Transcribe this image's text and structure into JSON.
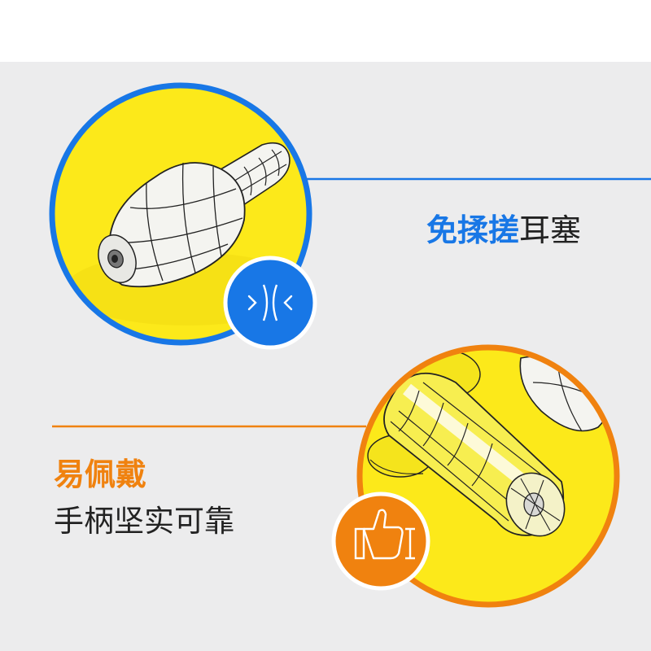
{
  "feature_top": {
    "highlight": "免揉搓",
    "rest": "耳塞",
    "icon": "compress-arrows-icon",
    "color": "#1877e6"
  },
  "feature_bottom": {
    "title": "易佩戴",
    "subtitle": "手柄坚实可靠",
    "icon": "thumbs-up-icon",
    "color": "#f0820f"
  },
  "colors": {
    "background": "#ececed",
    "yellow": "#fce91a",
    "blue": "#1877e6",
    "orange": "#f0820f"
  }
}
